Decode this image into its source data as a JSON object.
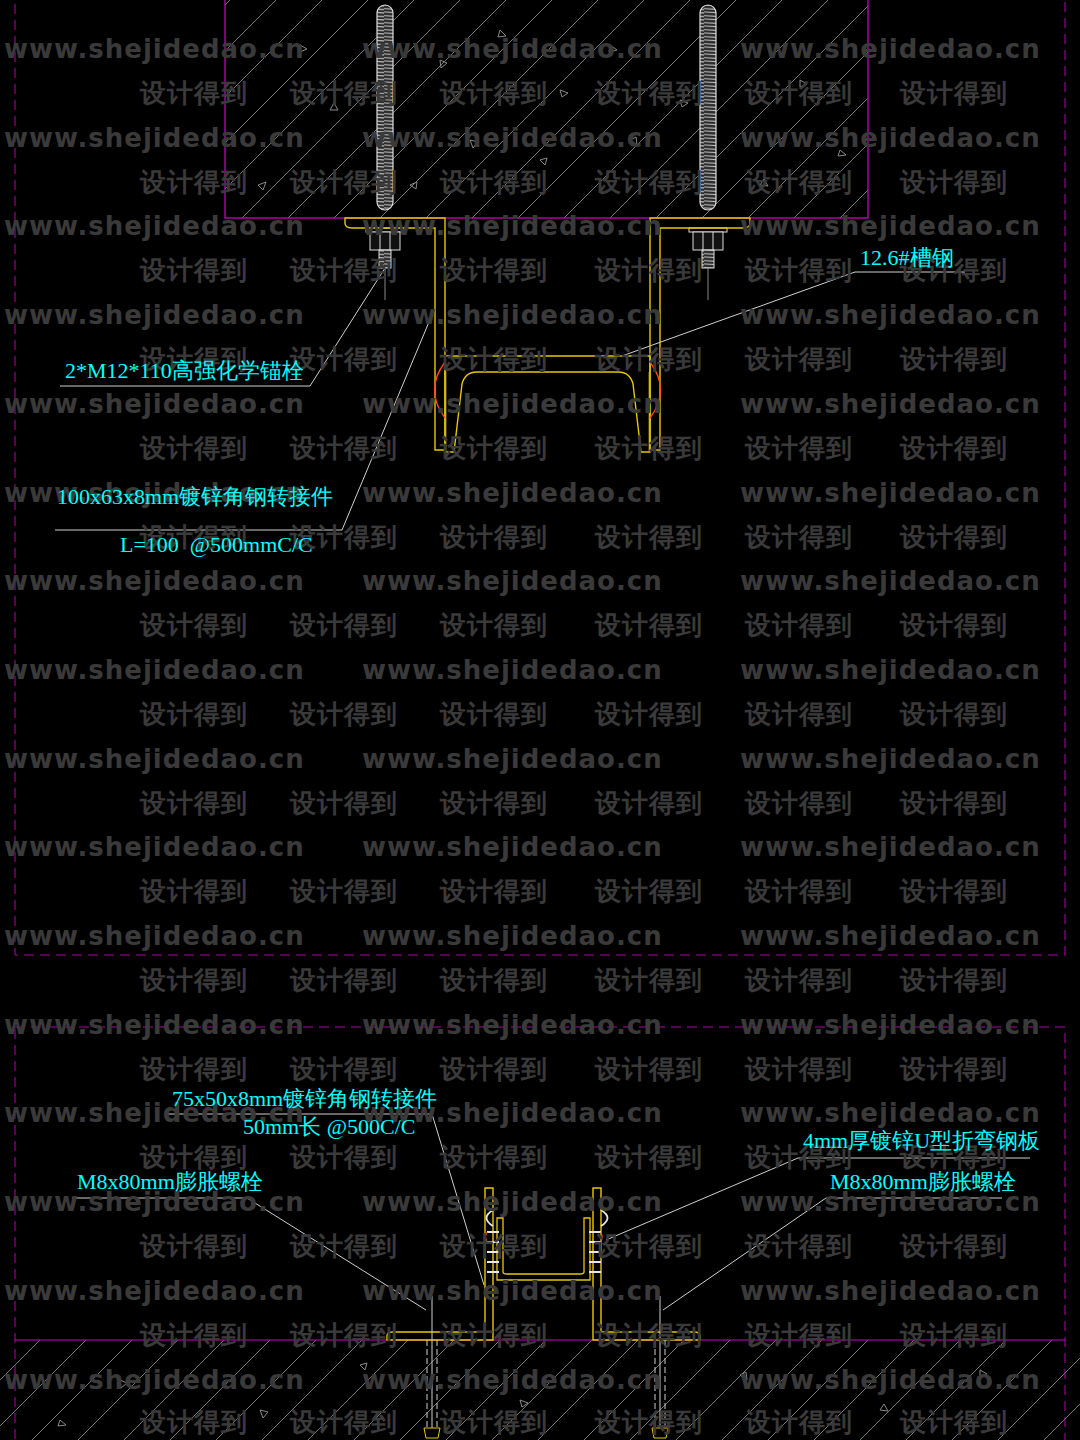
{
  "diagram": {
    "labels": [
      "2*M12*110高强化学锚栓",
      "12.6#槽钢",
      "100x63x8mm镀锌角钢转接件",
      "L=100  @500mmC/C",
      "75x50x8mm镀锌角钢转接件",
      "50mm长 @500C/C",
      "M8x80mm膨胀螺栓",
      "4mm厚镀锌U型折弯钢板",
      "M8x80mm膨胀螺栓",
      "www.shejidedao.cn",
      "www.shejidedao.cn",
      "www.shejidedao.cn",
      "设计得到",
      "设计得到",
      "设计得到",
      "设计得到",
      "设计得到",
      "设计得到",
      "www.shejidedao.cn",
      "www.shejidedao.cn",
      "www.shejidedao.cn",
      "设计得到",
      "设计得到",
      "设计得到",
      "设计得到",
      "设计得到",
      "设计得到",
      "www.shejidedao.cn",
      "www.shejidedao.cn",
      "www.shejidedao.cn",
      "设计得到",
      "设计得到",
      "设计得到",
      "设计得到",
      "设计得到",
      "设计得到",
      "www.shejidedao.cn",
      "www.shejidedao.cn",
      "www.shejidedao.cn",
      "设计得到",
      "设计得到",
      "设计得到",
      "设计得到",
      "设计得到",
      "设计得到",
      "www.shejidedao.cn",
      "www.shejidedao.cn",
      "www.shejidedao.cn",
      "设计得到",
      "设计得到",
      "设计得到",
      "设计得到",
      "设计得到",
      "设计得到",
      "www.shejidedao.cn",
      "www.shejidedao.cn",
      "www.shejidedao.cn",
      "设计得到",
      "设计得到",
      "设计得到",
      "设计得到",
      "设计得到",
      "设计得到",
      "www.shejidedao.cn",
      "www.shejidedao.cn",
      "www.shejidedao.cn",
      "设计得到",
      "设计得到",
      "设计得到",
      "设计得到",
      "设计得到",
      "设计得到",
      "www.shejidedao.cn",
      "www.shejidedao.cn",
      "www.shejidedao.cn",
      "设计得到",
      "设计得到",
      "设计得到",
      "设计得到",
      "设计得到",
      "设计得到",
      "www.shejidedao.cn",
      "www.shejidedao.cn",
      "www.shejidedao.cn",
      "设计得到",
      "设计得到",
      "设计得到",
      "设计得到",
      "设计得到",
      "设计得到",
      "www.shejidedao.cn",
      "www.shejidedao.cn",
      "www.shejidedao.cn",
      "设计得到",
      "设计得到",
      "设计得到",
      "设计得到",
      "设计得到",
      "设计得到",
      "www.shejidedao.cn",
      "www.shejidedao.cn",
      "www.shejidedao.cn",
      "设计得到",
      "设计得到",
      "设计得到",
      "设计得到",
      "设计得到",
      "设计得到",
      "www.shejidedao.cn",
      "www.shejidedao.cn",
      "www.shejidedao.cn",
      "设计得到",
      "设计得到",
      "设计得到",
      "设计得到",
      "设计得到",
      "设计得到",
      "www.shejidedao.cn",
      "www.shejidedao.cn",
      "www.shejidedao.cn",
      "设计得到",
      "设计得到",
      "设计得到",
      "设计得到",
      "设计得到",
      "设计得到",
      "www.shejidedao.cn",
      "www.shejidedao.cn",
      "www.shejidedao.cn",
      "设计得到",
      "设计得到",
      "设计得到",
      "设计得到",
      "设计得到",
      "设计得到",
      "www.shejidedao.cn",
      "www.shejidedao.cn",
      "www.shejidedao.cn",
      "设计得到",
      "设计得到",
      "设计得到",
      "设计得到",
      "设计得到",
      "设计得到",
      "www.shejidedao.cn",
      "www.shejidedao.cn",
      "www.shejidedao.cn",
      "设计得到",
      "设计得到",
      "设计得到",
      "设计得到",
      "设计得到",
      "设计得到"
    ]
  }
}
